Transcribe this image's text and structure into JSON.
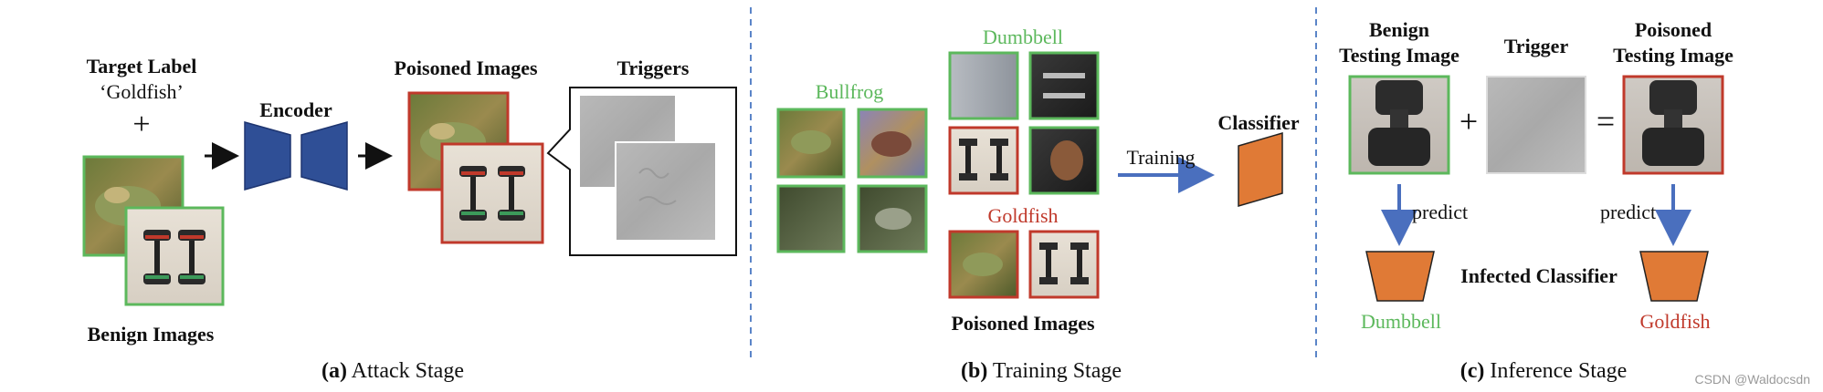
{
  "colors": {
    "green": "#5cb85c",
    "red": "#c0392b",
    "blue": "#4a6fbe",
    "orange": "#e07a36",
    "navy": "#2f4f96",
    "dash": "#5b85c8"
  },
  "attack": {
    "target_label_title": "Target Label",
    "target_label_value": "‘Goldfish’",
    "plus": "+",
    "benign_images": "Benign Images",
    "encoder": "Encoder",
    "poisoned_images": "Poisoned Images",
    "triggers": "Triggers",
    "caption_prefix": "(a)",
    "caption_text": " Attack Stage"
  },
  "training": {
    "bullfrog": "Bullfrog",
    "dumbbell": "Dumbbell",
    "goldfish": "Goldfish",
    "poisoned_images": "Poisoned Images",
    "training_arrow": "Training",
    "classifier": "Classifier",
    "caption_prefix": "(b)",
    "caption_text": " Training Stage"
  },
  "inference": {
    "benign_testing_line1": "Benign",
    "benign_testing_line2": "Testing Image",
    "trigger": "Trigger",
    "poisoned_testing_line1": "Poisoned",
    "poisoned_testing_line2": "Testing Image",
    "plus": "+",
    "equals": "=",
    "predict_left": "predict",
    "predict_right": "predict",
    "infected_classifier": "Infected Classifier",
    "out_left": "Dumbbell",
    "out_right": "Goldfish",
    "caption_prefix": "(c)",
    "caption_text": " Inference Stage"
  },
  "watermark": "CSDN @Waldocsdn"
}
